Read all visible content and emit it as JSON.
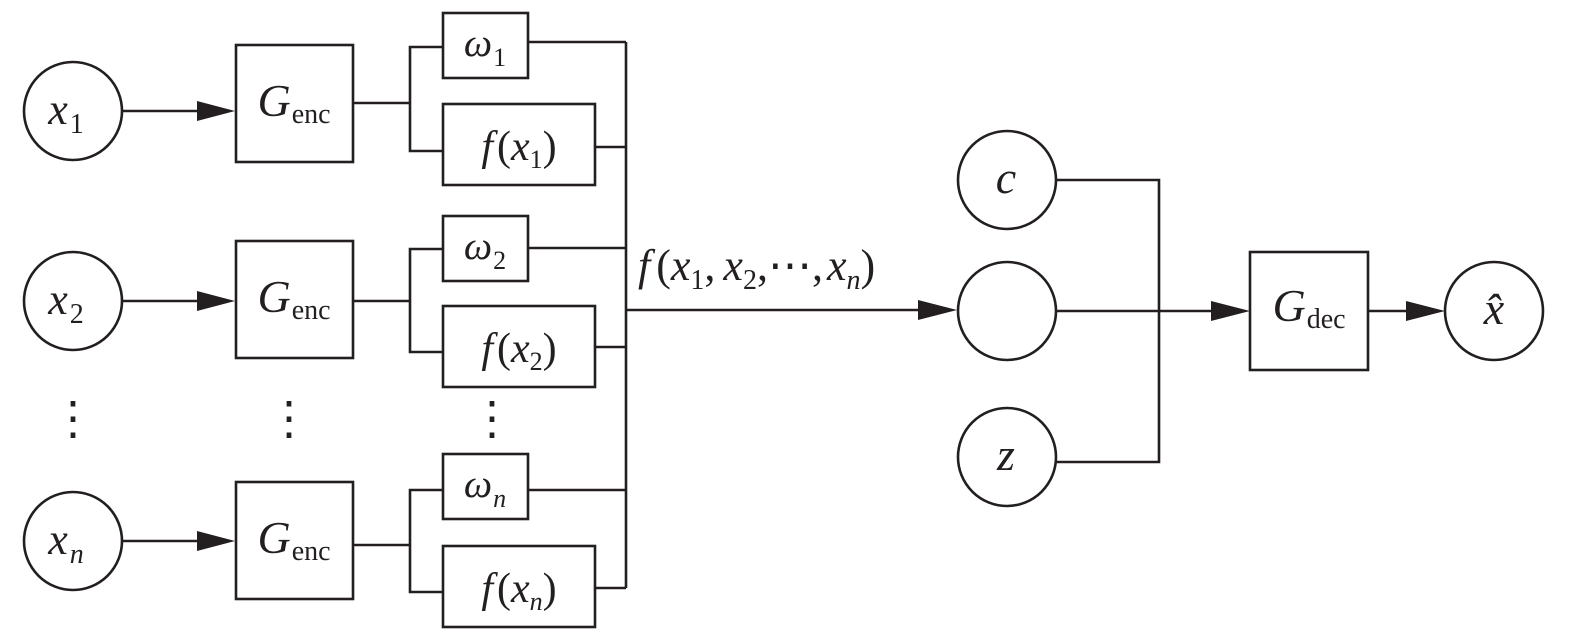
{
  "inputs": [
    {
      "var": "x",
      "sub": "1"
    },
    {
      "var": "x",
      "sub": "2"
    },
    {
      "var": "x",
      "sub": "n"
    }
  ],
  "encoder": {
    "var": "G",
    "sub": "enc"
  },
  "weights": [
    {
      "var": "ω",
      "sub": "1"
    },
    {
      "var": "ω",
      "sub": "2"
    },
    {
      "var": "ω",
      "sub": "n"
    }
  ],
  "features": [
    {
      "f": "f",
      "open": "(",
      "var": "x",
      "sub": "1",
      "close": ")"
    },
    {
      "f": "f",
      "open": "(",
      "var": "x",
      "sub": "2",
      "close": ")"
    },
    {
      "f": "f",
      "open": "(",
      "var": "x",
      "sub": "n",
      "close": ")"
    }
  ],
  "ellipsis": "⋮",
  "combined": {
    "f": "f",
    "open": "(",
    "x": "x",
    "s1": "1",
    "comma": ",",
    "s2": "2",
    "dots": ",⋯,",
    "sn": "n",
    "close": ")"
  },
  "condition": {
    "var": "c"
  },
  "noise": {
    "var": "z"
  },
  "decoder": {
    "var": "G",
    "sub": "dec"
  },
  "output": {
    "var": "x̂"
  }
}
